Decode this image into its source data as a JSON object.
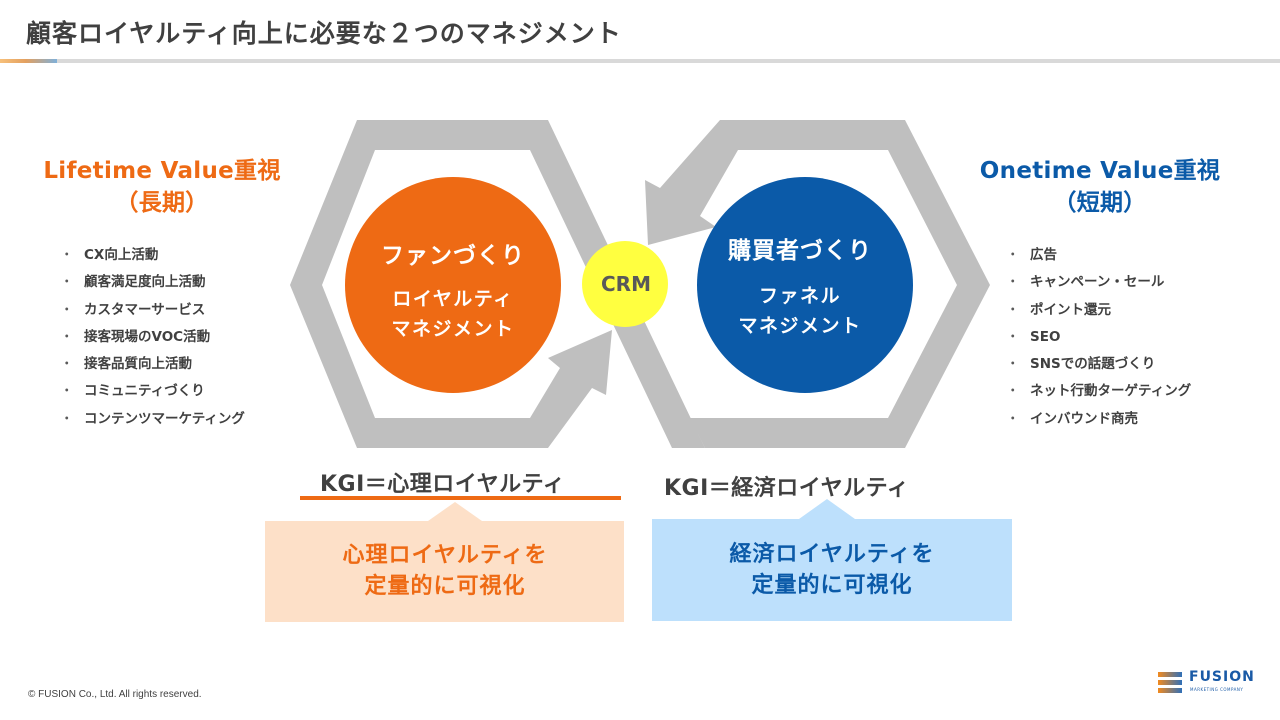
{
  "title": "顧客ロイヤルティ向上に必要な２つのマネジメント",
  "colors": {
    "orange": "#ee6a14",
    "blue": "#0b5aa8",
    "yellow": "#ffff40",
    "gray_band": "#bfbfbf",
    "callout_orange_bg": "#fde0c8",
    "callout_blue_bg": "#bde0fc"
  },
  "left_panel": {
    "heading": "Lifetime Value重視",
    "subheading": "（長期）",
    "bullets": [
      "CX向上活動",
      "顧客満足度向上活動",
      "カスタマーサービス",
      "接客現場のVOC活動",
      "接客品質向上活動",
      "コミュニティづくり",
      "コンテンツマーケティング"
    ]
  },
  "right_panel": {
    "heading": "Onetime Value重視",
    "subheading": "（短期）",
    "bullets": [
      "広告",
      "キャンペーン・セール",
      "ポイント還元",
      "SEO",
      "SNSでの話題づくり",
      "ネット行動ターゲティング",
      "インバウンド商売"
    ]
  },
  "bullet_glyph": "・",
  "diagram": {
    "left_circle": {
      "title": "ファンづくり",
      "line1": "ロイヤルティ",
      "line2": "マネジメント"
    },
    "right_circle": {
      "title": "購買者づくり",
      "line1": "ファネル",
      "line2": "マネジメント"
    },
    "center": "CRM"
  },
  "kgi": {
    "left": "KGI＝心理ロイヤルティ",
    "right": "KGI＝経済ロイヤルティ"
  },
  "callouts": {
    "left": {
      "line1": "心理ロイヤルティを",
      "line2": "定量的に可視化"
    },
    "right": {
      "line1": "経済ロイヤルティを",
      "line2": "定量的に可視化"
    }
  },
  "footer": {
    "copyright": "© FUSION Co., Ltd. All rights reserved.",
    "logo_word": "FUSION",
    "logo_tagline": "MARKETING COMPANY"
  }
}
